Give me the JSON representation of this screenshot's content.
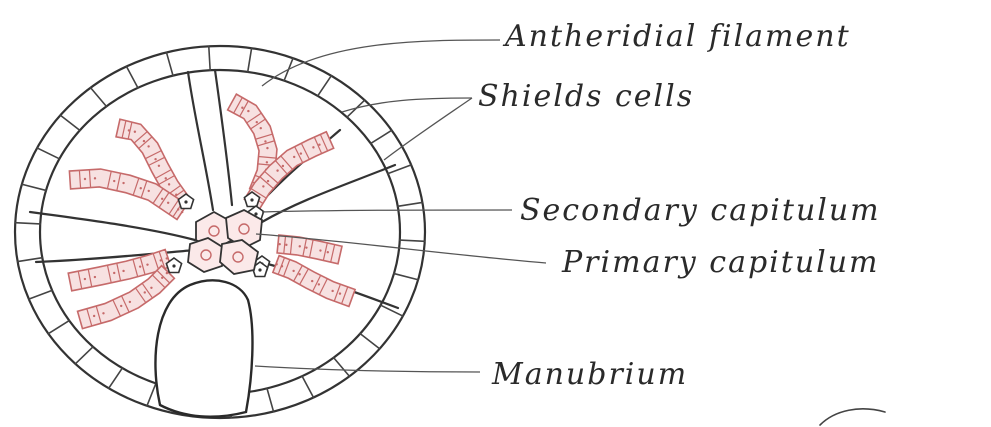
{
  "labels": {
    "antheridial_filament": "Antheridial filament",
    "shield_cells": "Shields cells",
    "secondary_capitulum": "Secondary capitulum",
    "primary_capitulum": "Primary capitulum",
    "manubrium": "Manubrium"
  },
  "colors": {
    "ink": "#333333",
    "filament_fill": "#f7e1e1",
    "filament_outline": "#c66a6a"
  }
}
